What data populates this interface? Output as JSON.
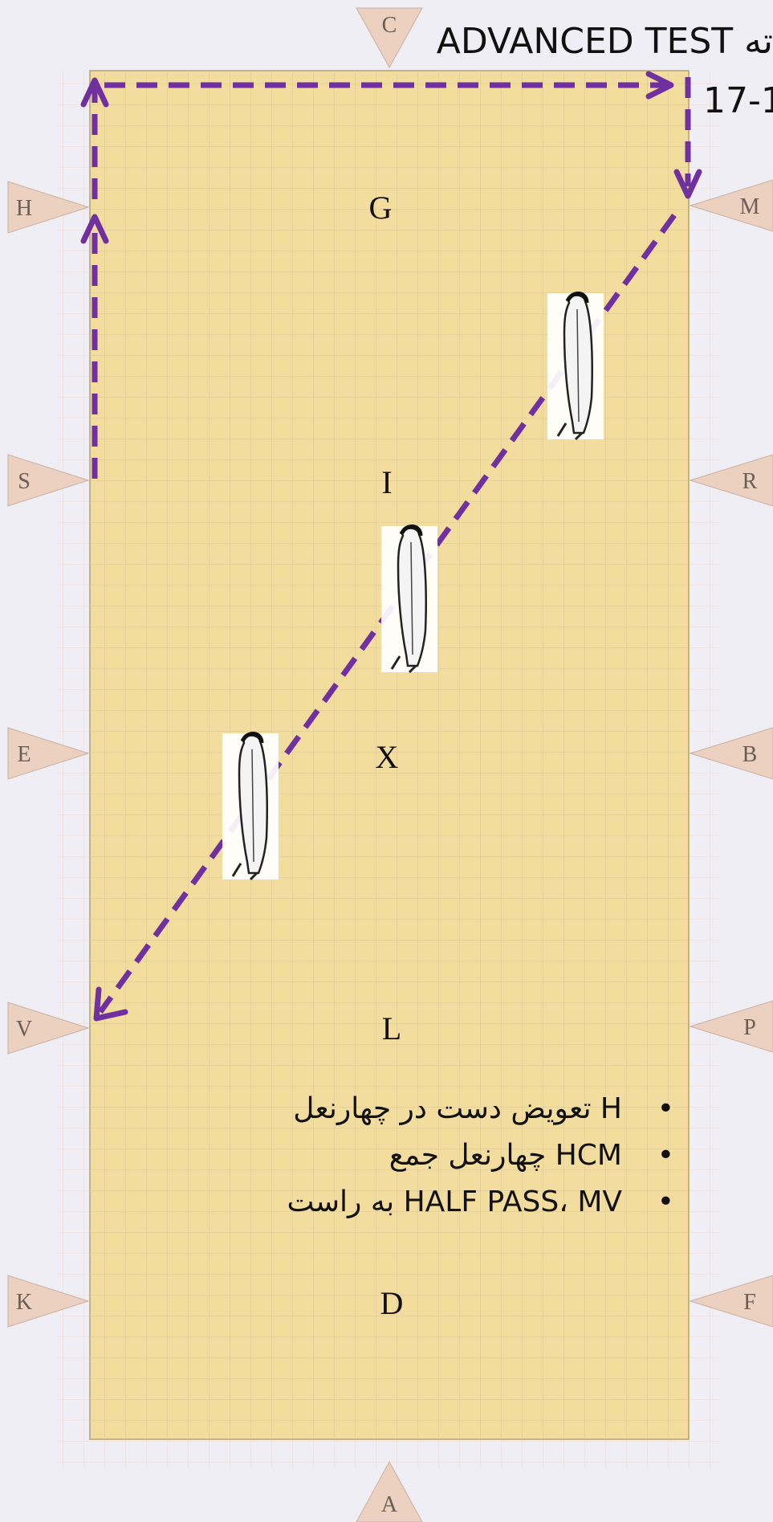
{
  "title": "ADVANCED TEST ته",
  "subtitle": "17-1",
  "arena": {
    "fill": "#f2dc9e",
    "grid_color": "#c9b88a",
    "path_color": "#7030a0",
    "marker_fill": "#ecd0c0"
  },
  "markers": {
    "C": "C",
    "A": "A",
    "H": "H",
    "M": "M",
    "S": "S",
    "R": "R",
    "E": "E",
    "B": "B",
    "V": "V",
    "P": "P",
    "K": "K",
    "F": "F"
  },
  "centerline": {
    "G": "G",
    "I": "I",
    "X": "X",
    "L": "L",
    "D": "D"
  },
  "steps": [
    "H تعویض دست در چهارنعل",
    "HCM چهارنعل جمع",
    "HALF PASS، MV به راست"
  ],
  "icons": [
    "horse-icon",
    "horse-icon",
    "horse-icon"
  ]
}
